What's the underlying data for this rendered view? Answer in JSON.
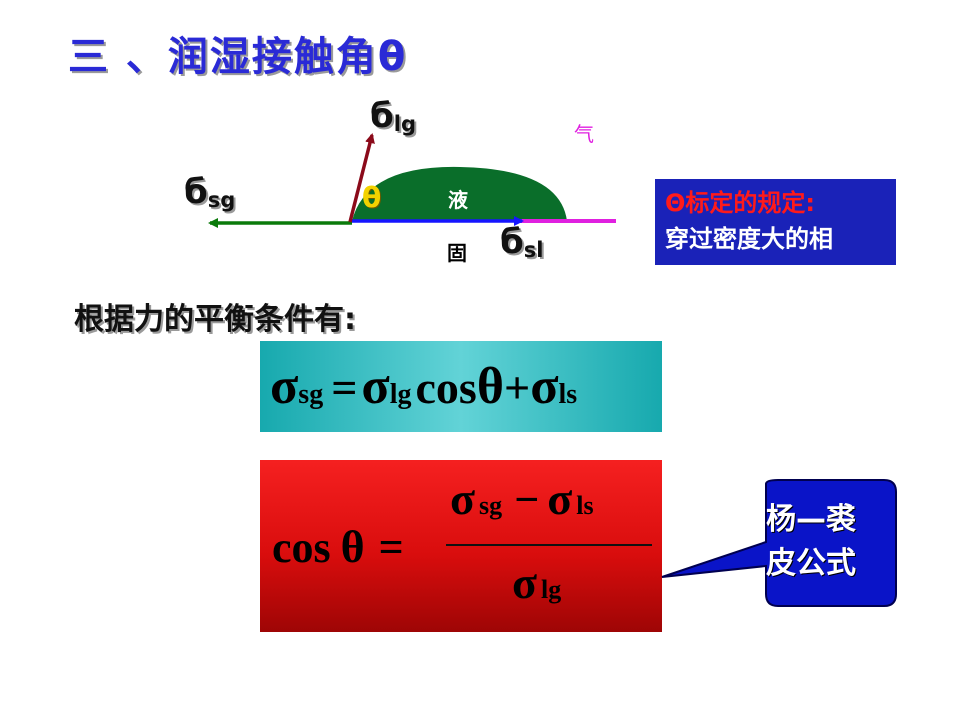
{
  "title": "三 、润湿接触角θ",
  "diagram": {
    "sigma_lg": {
      "symbol": "б",
      "sub": "lg"
    },
    "sigma_sg": {
      "symbol": "б",
      "sub": "sg"
    },
    "sigma_sl": {
      "symbol": "б",
      "sub": "sl"
    },
    "theta": "θ",
    "liquid": "液",
    "solid": "固",
    "gas": "气"
  },
  "rule_box": {
    "line1": "Θ标定的规定:",
    "line2": "穿过密度大的相"
  },
  "heading": "根据力的平衡条件有:",
  "equation1": {
    "sigma": "σ",
    "sub_sg": "sg",
    "equals": "=",
    "sub_lg": "lg",
    "cos": "cos",
    "theta": "θ",
    "plus": "+",
    "sub_ls": "ls"
  },
  "equation2": {
    "cos": "cos",
    "theta": "θ",
    "equals": "=",
    "sigma": "σ",
    "sub_sg": "sg",
    "minus": "−",
    "sub_ls": "ls",
    "sub_lg": "lg"
  },
  "callout": {
    "line1": "杨—裘",
    "line2": "皮公式"
  },
  "colors": {
    "title": "#2a2ad6",
    "drop": "#0a6e2a",
    "sg_arrow": "#0a7a0a",
    "lg_arrow": "#8b0a1a",
    "sl_arrow": "#1515ff",
    "gas_line": "#e020e0",
    "rule_box": "#1a22b8",
    "eq1_bg": "#3ec2c6",
    "eq2_bg": "#e01010",
    "callout_bg": "#0a14c8"
  }
}
